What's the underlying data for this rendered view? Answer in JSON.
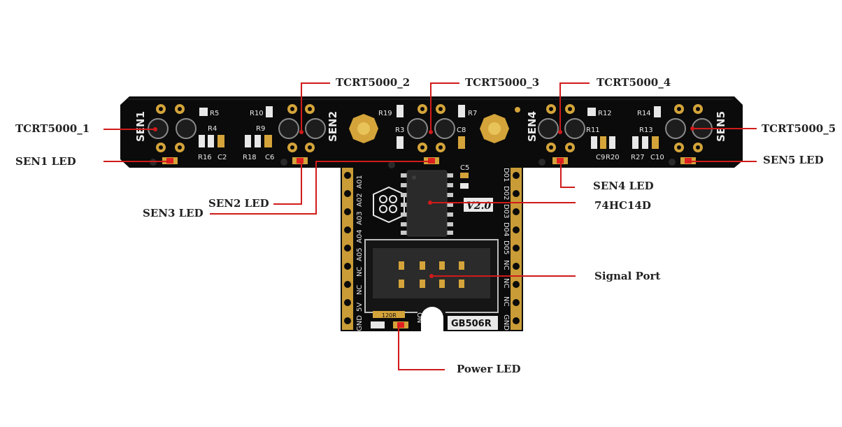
{
  "callouts": {
    "tcrt1": "TCRT5000_1",
    "tcrt2": "TCRT5000_2",
    "tcrt3": "TCRT5000_3",
    "tcrt4": "TCRT5000_4",
    "tcrt5": "TCRT5000_5",
    "sen1_led": "SEN1 LED",
    "sen2_led": "SEN2 LED",
    "sen3_led": "SEN3 LED",
    "sen4_led": "SEN4 LED",
    "sen5_led": "SEN5 LED",
    "ic": "74HC14D",
    "signal_port": "Signal Port",
    "power_led": "Power LED"
  },
  "board": {
    "sensors": [
      "SEN1",
      "SEN2",
      "SEN4",
      "SEN5"
    ],
    "resistors": [
      "R5",
      "R4",
      "R16",
      "C2",
      "R10",
      "R9",
      "R18",
      "C6",
      "R19",
      "R3",
      "R7",
      "C8",
      "R12",
      "R11",
      "C9",
      "R20",
      "R14",
      "R13",
      "R27",
      "C10",
      "C5"
    ],
    "pins_left": [
      "A01",
      "A02",
      "A03",
      "A04",
      "A05",
      "NC",
      "NC",
      "5V",
      "GND"
    ],
    "pins_right": [
      "D01",
      "D02",
      "D03",
      "D04",
      "D05",
      "NC",
      "NC",
      "NC",
      "GND"
    ],
    "version": "V2.0",
    "model": "GB506R",
    "on_label": "ON",
    "resistor_code": "120R"
  },
  "colors": {
    "board": "#0b0b0b",
    "pad": "#d4a43a",
    "callout_line": "#d11a1a",
    "led": "#e02020"
  }
}
